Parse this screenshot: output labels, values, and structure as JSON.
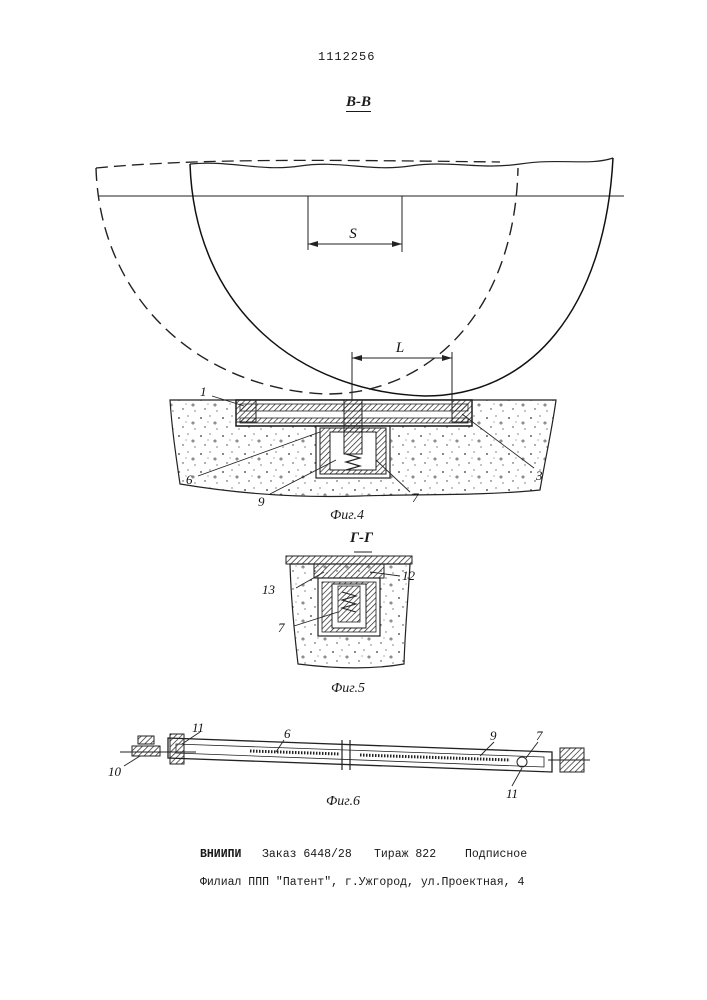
{
  "patent_number": "1112256",
  "figure4": {
    "section_label": "В-В",
    "caption": "Фиг.4",
    "dim_s": "S",
    "dim_l": "L",
    "labels": [
      "1",
      "6",
      "9",
      "7",
      "3"
    ]
  },
  "figure5": {
    "section_label": "Г-Г",
    "caption": "Фиг.5",
    "labels": [
      "13",
      "12",
      "7"
    ]
  },
  "figure6": {
    "caption": "Фиг.6",
    "labels": [
      "11",
      "6",
      "9",
      "7",
      "10",
      "11"
    ]
  },
  "footer": {
    "org": "ВНИИПИ",
    "order": "Заказ 6448/28",
    "run": "Тираж 822",
    "subscription": "Подписное",
    "address": "Филиал ППП \"Патент\", г.Ужгород, ул.Проектная, 4"
  }
}
